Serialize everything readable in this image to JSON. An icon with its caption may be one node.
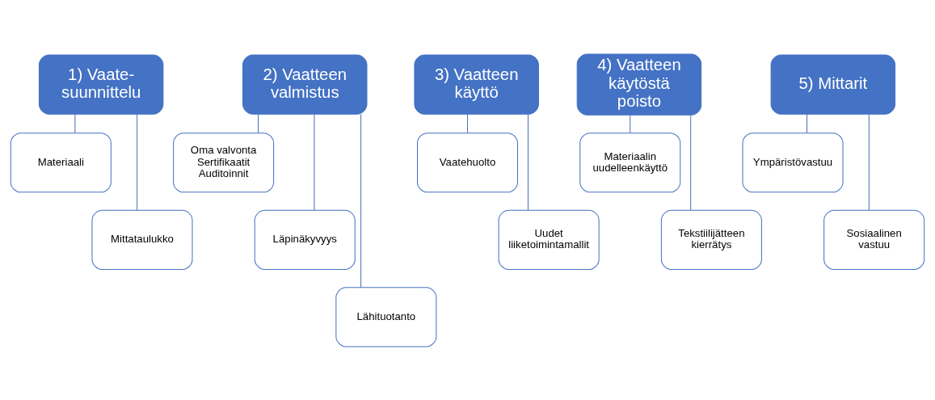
{
  "diagram": {
    "nodes": [
      {
        "text": [
          "1) Vaate- suunnittelu"
        ]
      },
      {
        "text": [
          "Materiaali"
        ]
      },
      {
        "text": [
          "Mittataulukko"
        ]
      },
      {
        "text": [
          "2) Vaatteen valmistus"
        ]
      },
      {
        "text": [
          "Oma valvonta Sertifikaatit Auditoinnit"
        ]
      },
      {
        "text": [
          "Läpinäkyvyys"
        ]
      },
      {
        "text": [
          "Lähituotanto"
        ]
      },
      {
        "text": [
          "3) Vaatteen käyttö"
        ]
      },
      {
        "text": [
          "Vaatehuolto"
        ]
      },
      {
        "text": [
          "Uudet liiketoimintamallit"
        ]
      },
      {
        "text": [
          "4) Vaatteen käytöstä poisto"
        ]
      },
      {
        "text": [
          "Materiaalin uudelleenkäyttö"
        ]
      },
      {
        "text": [
          "Tekstiilijätteen kierrätys"
        ]
      },
      {
        "text": [
          "5) Mittarit"
        ]
      },
      {
        "text": [
          "Ympäristövastuu"
        ]
      },
      {
        "text": [
          "Sosiaalinen vastuu"
        ]
      }
    ],
    "edges": [
      {
        "from": 0,
        "to": 1,
        "arrow": "none"
      },
      {
        "from": 0,
        "to": 2,
        "arrow": "none"
      },
      {
        "from": 3,
        "to": 4,
        "arrow": "none"
      },
      {
        "from": 3,
        "to": 5,
        "arrow": "none"
      },
      {
        "from": 3,
        "to": 6,
        "arrow": "none"
      },
      {
        "from": 7,
        "to": 8,
        "arrow": "none"
      },
      {
        "from": 7,
        "to": 9,
        "arrow": "none"
      },
      {
        "from": 10,
        "to": 11,
        "arrow": "none"
      },
      {
        "from": 10,
        "to": 12,
        "arrow": "none"
      },
      {
        "from": 13,
        "to": 14,
        "arrow": "none"
      },
      {
        "from": 13,
        "to": 15,
        "arrow": "none"
      }
    ]
  }
}
